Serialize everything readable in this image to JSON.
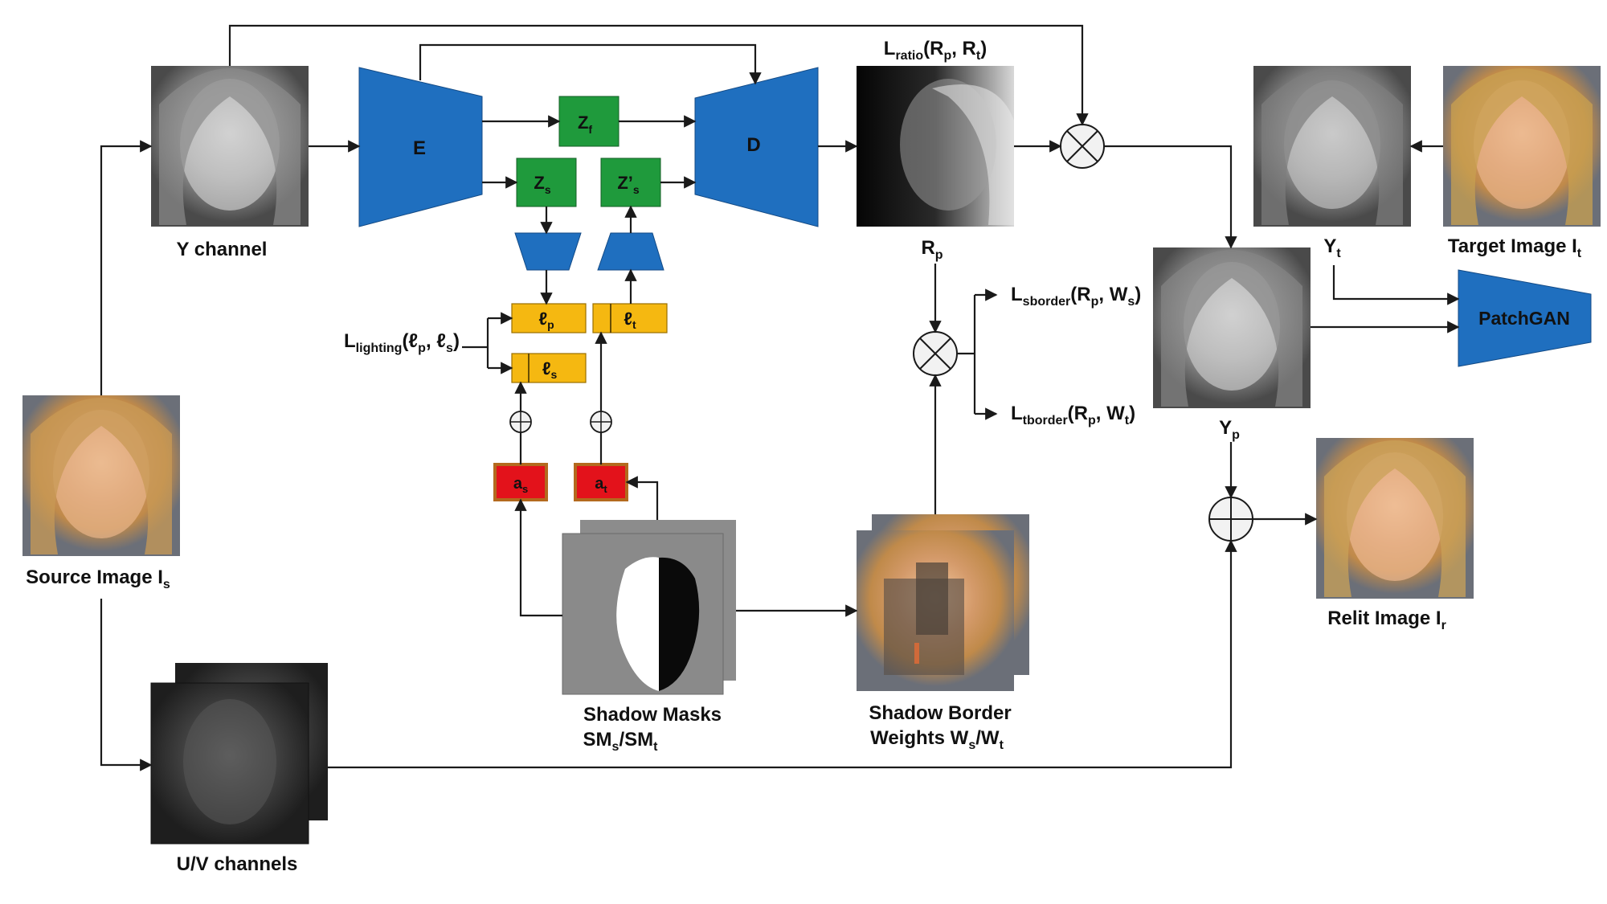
{
  "modules": {
    "encoder": "E",
    "decoder": "D",
    "patchgan": "PatchGAN"
  },
  "latents": {
    "zf": {
      "main": "Z",
      "sub": "f"
    },
    "zs": {
      "main": "Z",
      "sub": "s"
    },
    "zs_prime": {
      "main": "Z’",
      "sub": "s"
    }
  },
  "lighting": {
    "lp": {
      "main": "ℓ",
      "sub": "p"
    },
    "lt": {
      "main": "ℓ",
      "sub": "t"
    },
    "ls": {
      "main": "ℓ",
      "sub": "s"
    }
  },
  "attention": {
    "as": {
      "main": "a",
      "sub": "s"
    },
    "at": {
      "main": "a",
      "sub": "t"
    }
  },
  "labels": {
    "y_channel": "Y channel",
    "source_image": {
      "main": "Source Image I",
      "sub": "s"
    },
    "uv_channels": "U/V channels",
    "shadow_masks_line1": "Shadow Masks",
    "shadow_masks_line2": {
      "a": "SM",
      "a_sub": "s",
      "b": "/SM",
      "b_sub": "t"
    },
    "shadow_border_line1": "Shadow Border",
    "shadow_border_line2": {
      "a": "Weights W",
      "a_sub": "s",
      "b": "/W",
      "b_sub": "t"
    },
    "rp": {
      "main": "R",
      "sub": "p"
    },
    "yt": {
      "main": "Y",
      "sub": "t"
    },
    "yp": {
      "main": "Y",
      "sub": "p"
    },
    "target_image": {
      "main": "Target Image I",
      "sub": "t"
    },
    "relit_image": {
      "main": "Relit Image I",
      "sub": "r"
    }
  },
  "losses": {
    "ratio": {
      "L": "L",
      "sub": "ratio",
      "open": "(R",
      "s1": "p",
      "mid": ", R",
      "s2": "t",
      "close": ")"
    },
    "lighting": {
      "L": "L",
      "sub": "lighting",
      "open": "(ℓ",
      "s1": "p",
      "mid": ", ℓ",
      "s2": "s",
      "close": ")"
    },
    "sborder": {
      "L": "L",
      "sub": "sborder",
      "open": "(R",
      "s1": "p",
      "mid": ", W",
      "s2": "s",
      "close": ")"
    },
    "tborder": {
      "L": "L",
      "sub": "tborder",
      "open": "(R",
      "s1": "p",
      "mid": ", W",
      "s2": "t",
      "close": ")"
    }
  },
  "colors": {
    "network_blue": "#1f6fbf",
    "latent_green": "#1f9a3c",
    "lighting_yellow": "#f5b811",
    "attention_red": "#e3121b",
    "attention_border": "#b36a1e",
    "operator_fill": "#f2f2f2"
  }
}
